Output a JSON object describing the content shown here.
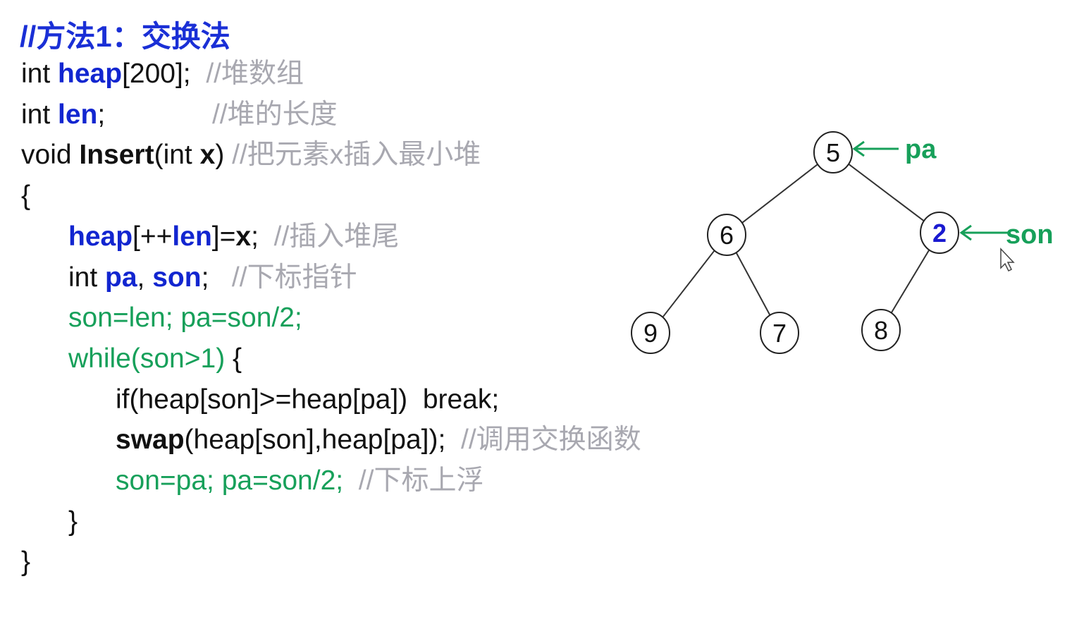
{
  "title": "//方法1：交换法",
  "code_lines": [
    {
      "indent": 0,
      "tokens": [
        {
          "t": "int ",
          "s": "k"
        },
        {
          "t": "heap",
          "s": "b"
        },
        {
          "t": "[200];  ",
          "s": "k"
        },
        {
          "t": "//堆数组",
          "s": "c"
        }
      ]
    },
    {
      "indent": 0,
      "tokens": [
        {
          "t": "int ",
          "s": "k"
        },
        {
          "t": "len",
          "s": "b"
        },
        {
          "t": ";              ",
          "s": "k"
        },
        {
          "t": "//堆的长度",
          "s": "c"
        }
      ]
    },
    {
      "indent": 0,
      "tokens": [
        {
          "t": "void ",
          "s": "k"
        },
        {
          "t": "Insert",
          "s": "bk"
        },
        {
          "t": "(int ",
          "s": "k"
        },
        {
          "t": "x",
          "s": "bk"
        },
        {
          "t": ") ",
          "s": "k"
        },
        {
          "t": "//把元素x插入最小堆",
          "s": "c"
        }
      ]
    },
    {
      "indent": 0,
      "tokens": [
        {
          "t": "{",
          "s": "k"
        }
      ]
    },
    {
      "indent": 1,
      "tokens": [
        {
          "t": "heap",
          "s": "b"
        },
        {
          "t": "[++",
          "s": "k"
        },
        {
          "t": "len",
          "s": "b"
        },
        {
          "t": "]=",
          "s": "k"
        },
        {
          "t": "x",
          "s": "bk"
        },
        {
          "t": ";  ",
          "s": "k"
        },
        {
          "t": "//插入堆尾",
          "s": "c"
        }
      ]
    },
    {
      "indent": 1,
      "tokens": [
        {
          "t": "int ",
          "s": "k"
        },
        {
          "t": "pa",
          "s": "b"
        },
        {
          "t": ", ",
          "s": "k"
        },
        {
          "t": "son",
          "s": "b"
        },
        {
          "t": ";   ",
          "s": "k"
        },
        {
          "t": "//下标指针",
          "s": "c"
        }
      ]
    },
    {
      "indent": 1,
      "tokens": [
        {
          "t": "son=len; pa=son/2;",
          "s": "g"
        }
      ]
    },
    {
      "indent": 1,
      "tokens": [
        {
          "t": "while(son>1) ",
          "s": "g"
        },
        {
          "t": "{",
          "s": "k"
        }
      ]
    },
    {
      "indent": 2,
      "tokens": [
        {
          "t": "if(heap[son]>=heap[pa])  break;",
          "s": "k"
        }
      ]
    },
    {
      "indent": 2,
      "tokens": [
        {
          "t": "swap",
          "s": "bk"
        },
        {
          "t": "(heap[son],heap[pa]);  ",
          "s": "k"
        },
        {
          "t": "//调用交换函数",
          "s": "c"
        }
      ]
    },
    {
      "indent": 2,
      "tokens": [
        {
          "t": "son=pa; pa=son/2;  ",
          "s": "g"
        },
        {
          "t": "//下标上浮",
          "s": "c"
        }
      ]
    },
    {
      "indent": 1,
      "tokens": [
        {
          "t": "}",
          "s": "k"
        }
      ]
    },
    {
      "indent": 0,
      "tokens": [
        {
          "t": "}",
          "s": "k"
        }
      ]
    }
  ],
  "tree": {
    "nodes": [
      {
        "id": "n5",
        "label": "5",
        "highlight": false
      },
      {
        "id": "n6",
        "label": "6",
        "highlight": false
      },
      {
        "id": "n2",
        "label": "2",
        "highlight": true
      },
      {
        "id": "n9",
        "label": "9",
        "highlight": false
      },
      {
        "id": "n7",
        "label": "7",
        "highlight": false
      },
      {
        "id": "n8",
        "label": "8",
        "highlight": false
      }
    ],
    "edges": [
      [
        "n5",
        "n6"
      ],
      [
        "n5",
        "n2"
      ],
      [
        "n6",
        "n9"
      ],
      [
        "n6",
        "n7"
      ],
      [
        "n2",
        "n8"
      ]
    ],
    "pointers": [
      {
        "label": "pa",
        "target": "n5"
      },
      {
        "label": "son",
        "target": "n2"
      }
    ]
  },
  "colors": {
    "keyword_blue": "#1226d0",
    "green": "#17a05a",
    "comment_gray": "#a8a8b0",
    "highlight_node": "#1a1ad0"
  },
  "cursor_icon": "mouse-pointer-icon"
}
